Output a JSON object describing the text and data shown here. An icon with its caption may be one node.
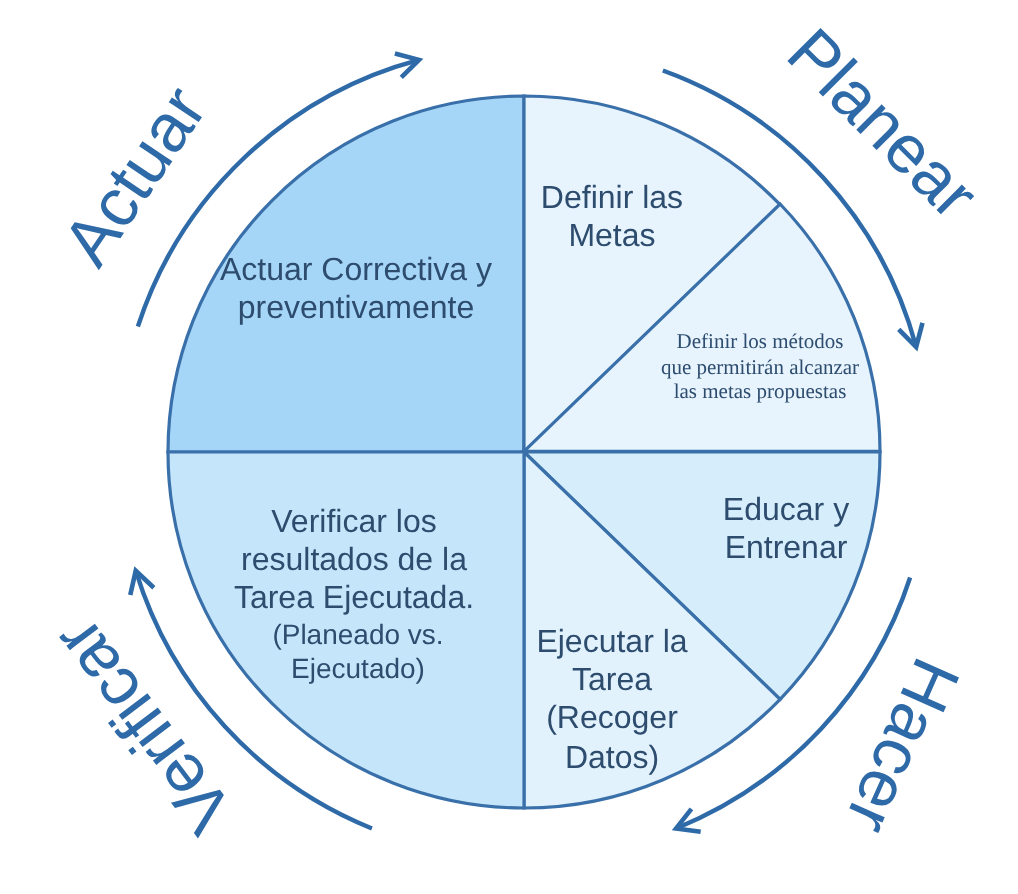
{
  "diagram": {
    "nodes": [
      {
        "text": [
          "Actuar Correctiva y preventivamente"
        ]
      },
      {
        "text": [
          "Definir las Metas"
        ]
      },
      {
        "text": [
          "Definir los métodos que permitirán alcanzar las metas propuestas"
        ]
      },
      {
        "text": [
          "Educar y Entrenar"
        ]
      },
      {
        "text": [
          "Ejecutar la Tarea (Recoger Datos)"
        ]
      },
      {
        "text": [
          "Verificar los resultados de la Tarea Ejecutada.",
          "(Planeado vs. Ejecutado)"
        ]
      }
    ],
    "labels": [
      "Actuar",
      "Planear",
      "Hacer",
      "Verificar"
    ]
  }
}
